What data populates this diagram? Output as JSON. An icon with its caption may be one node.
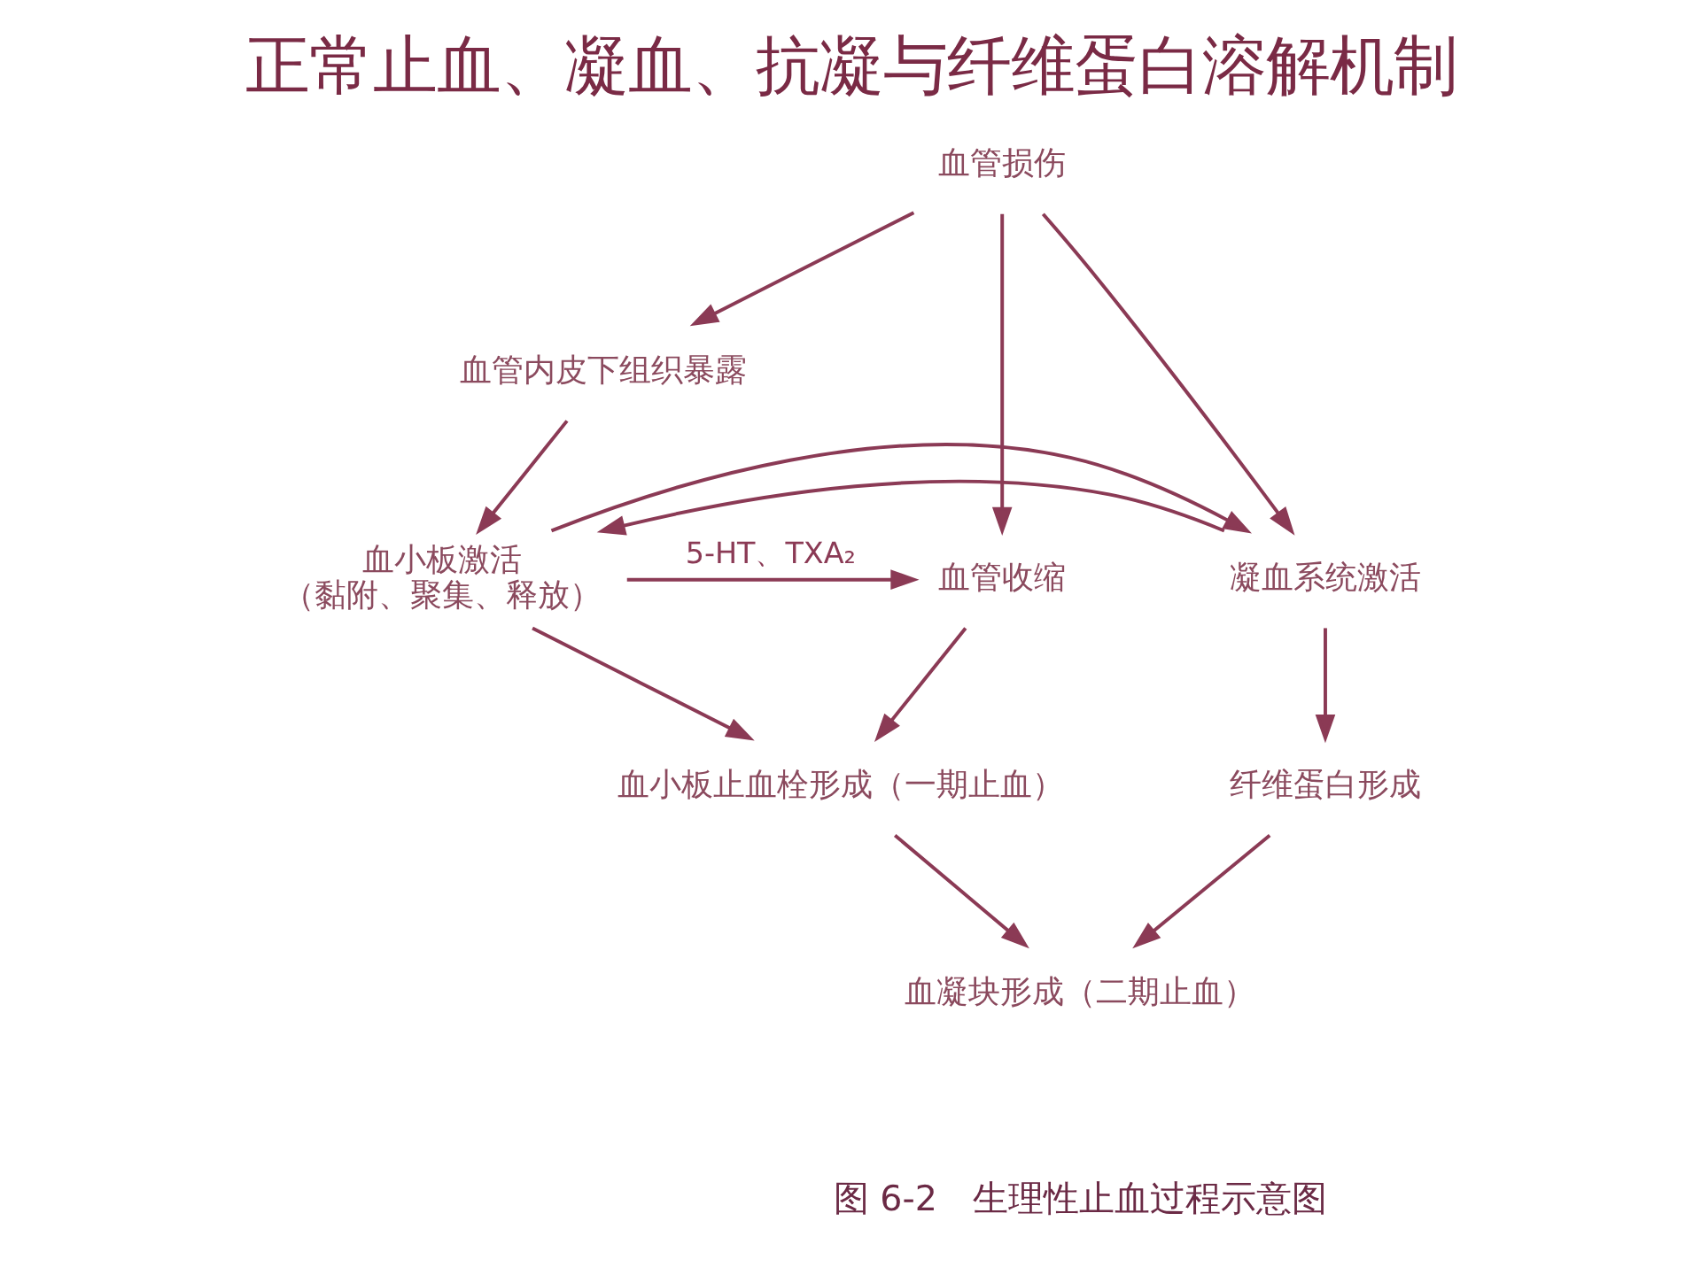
{
  "diagram": {
    "title": "正常止血、凝血、抗凝与纤维蛋白溶解机制",
    "caption": "图 6-2　生理性止血过程示意图",
    "nodes": [
      {
        "text": [
          "血管损伤"
        ]
      },
      {
        "text": [
          "血管内皮下组织暴露"
        ]
      },
      {
        "text": [
          "血管收缩"
        ]
      },
      {
        "text": [
          "血小板激活",
          "（黏附、聚集、释放）"
        ]
      },
      {
        "text": [
          "凝血系统激活"
        ]
      },
      {
        "text": [
          "血小板止血栓形成（一期止血）"
        ]
      },
      {
        "text": [
          "纤维蛋白形成"
        ]
      },
      {
        "text": [
          "血凝块形成（二期止血）"
        ]
      }
    ],
    "edges": [
      {
        "from": 0,
        "to": 2,
        "arrow": "to"
      },
      {
        "from": 0,
        "to": 1,
        "arrow": "to"
      },
      {
        "from": 0,
        "to": 4,
        "arrow": "to"
      },
      {
        "from": 1,
        "to": 3,
        "arrow": "to"
      },
      {
        "from": 3,
        "to": 2,
        "arrow": "to",
        "label": "5-HT、TXA₂"
      },
      {
        "from": 4,
        "to": 3,
        "arrow": "to"
      },
      {
        "from": 3,
        "to": 4,
        "arrow": "to"
      },
      {
        "from": 2,
        "to": 5,
        "arrow": "to"
      },
      {
        "from": 3,
        "to": 5,
        "arrow": "to"
      },
      {
        "from": 4,
        "to": 6,
        "arrow": "to"
      },
      {
        "from": 5,
        "to": 7,
        "arrow": "to"
      },
      {
        "from": 6,
        "to": 7,
        "arrow": "to"
      }
    ]
  }
}
